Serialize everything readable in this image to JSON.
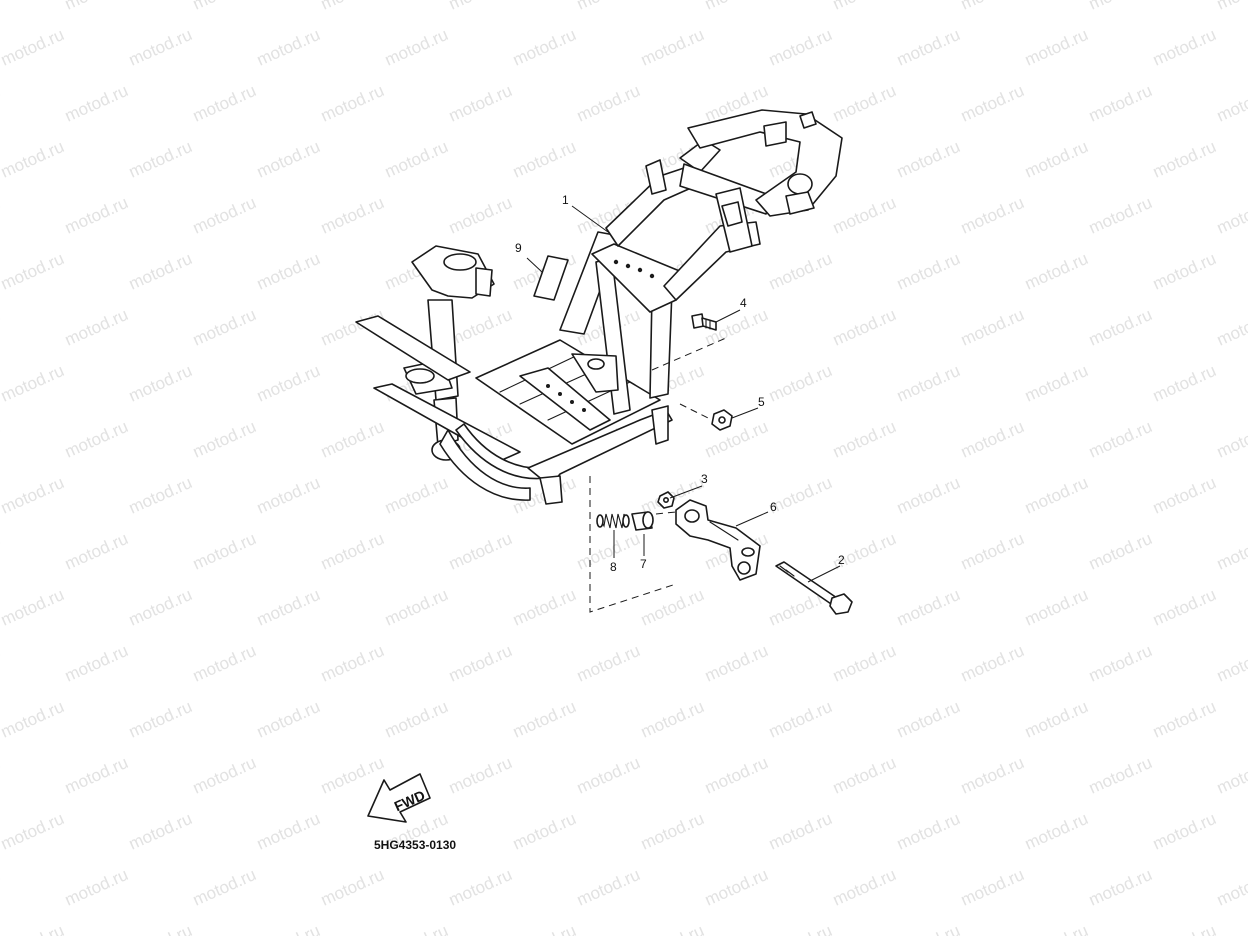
{
  "watermark": {
    "text": "motod.ru"
  },
  "diagram": {
    "callouts": {
      "c1": "1",
      "c2": "2",
      "c3": "3",
      "c4": "4",
      "c5": "5",
      "c6": "6",
      "c7": "7",
      "c8": "8",
      "c9": "9"
    },
    "direction_arrow": {
      "label": "FWD"
    },
    "drawing_code": "5HG4353-0130"
  },
  "colors": {
    "line": "#1a1a1a",
    "watermark": "#e2e2e2",
    "background": "#ffffff"
  }
}
